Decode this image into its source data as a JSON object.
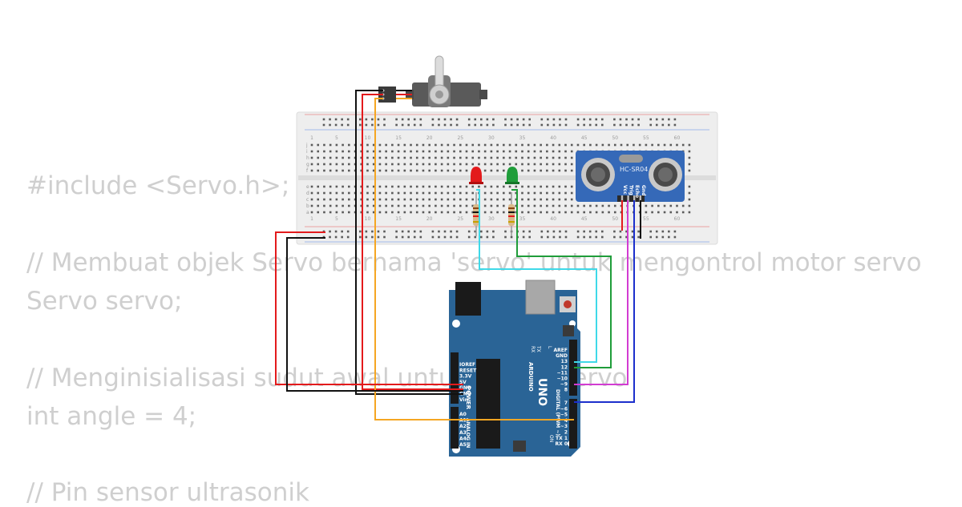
{
  "code_lines": [
    "#include <Servo.h>;",
    "",
    "// Membuat objek Servo bernama 'servo' untuk mengontrol motor servo",
    "Servo servo;",
    "",
    "// Menginisialisasi sudut awal untuk motor servo",
    "int angle = 4;",
    "",
    "// Pin sensor ultrasonik"
  ],
  "breadboard": {
    "column_numbers": [
      "1",
      "5",
      "10",
      "15",
      "20",
      "25",
      "30",
      "35",
      "40",
      "45",
      "50",
      "55",
      "60"
    ],
    "row_letters_top": [
      "j",
      "i",
      "h",
      "g",
      "f"
    ],
    "row_letters_bottom": [
      "e",
      "d",
      "c",
      "b",
      "a"
    ]
  },
  "sensor": {
    "model": "HC-SR04",
    "pins": [
      "Vcc",
      "Trig",
      "Echo",
      "Gnd"
    ]
  },
  "arduino": {
    "brand": "ARDUINO",
    "model": "UNO",
    "power_pins": [
      "IOREF",
      "RESET",
      "3.3V",
      "5V",
      "GND",
      "GND",
      "Vin"
    ],
    "analog_pins": [
      "A0",
      "A1",
      "A2",
      "A3",
      "A4",
      "A5"
    ],
    "digital_top": [
      "AREF",
      "GND",
      "13",
      "12",
      "~11",
      "~10",
      "~9",
      "8"
    ],
    "digital_bottom": [
      "7",
      "~6",
      "~5",
      "4",
      "~3",
      "2",
      "TX 1",
      "RX 0"
    ],
    "power_label": "POWER",
    "analog_label": "ANALOG IN",
    "digital_label": "DIGITAL (PWM ~)",
    "on_label": "ON",
    "led_labels": [
      "L",
      "TX",
      "RX"
    ]
  },
  "colors": {
    "code_text": "#cfcfcf",
    "wire_red": "#e31a1c",
    "wire_black": "#111111",
    "wire_orange": "#f5a623",
    "wire_cyan": "#3fd9e8",
    "wire_green": "#1f9d3a",
    "wire_magenta": "#d23cd2",
    "wire_blue": "#1c2fcc",
    "arduino_blue": "#2a6496",
    "sensor_blue": "#3569b8"
  }
}
